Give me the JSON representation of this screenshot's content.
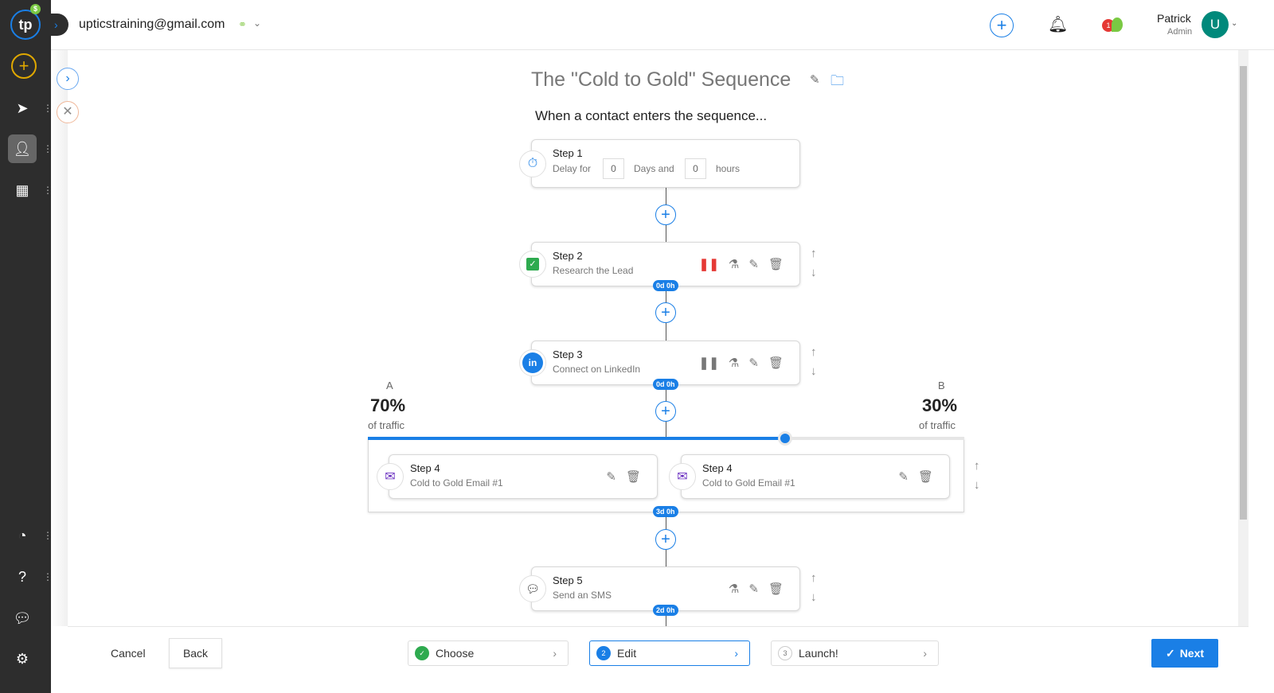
{
  "header": {
    "account_email": "upticstraining@gmail.com",
    "user_name": "Patrick",
    "user_role": "Admin",
    "avatar_initial": "U",
    "notification_count": "1",
    "logo_badge": "$"
  },
  "sequence": {
    "title": "The \"Cold to Gold\" Sequence",
    "intro": "When a contact enters the sequence..."
  },
  "steps": [
    {
      "title": "Step 1",
      "delay_label": "Delay for",
      "days_value": "0",
      "days_label": "Days and",
      "hours_value": "0",
      "hours_label": "hours"
    },
    {
      "title": "Step 2",
      "subtitle": "Research the Lead",
      "badge": "0d 0h"
    },
    {
      "title": "Step 3",
      "subtitle": "Connect on LinkedIn",
      "badge": "0d 0h"
    },
    {
      "title": "Step 4",
      "subtitle": "Cold to Gold Email #1",
      "badge": "3d 0h"
    },
    {
      "title": "Step 5",
      "subtitle": "Send an SMS",
      "badge": "2d 0h"
    }
  ],
  "split": {
    "a_label": "A",
    "a_percent": "70%",
    "b_label": "B",
    "b_percent": "30%",
    "traffic_label": "of traffic",
    "a_fraction": 0.7,
    "variants": [
      {
        "title": "Step 4",
        "subtitle": "Cold to Gold Email #1"
      },
      {
        "title": "Step 4",
        "subtitle": "Cold to Gold Email #1"
      }
    ]
  },
  "footer": {
    "cancel": "Cancel",
    "back": "Back",
    "next": "Next",
    "wizard": [
      {
        "num": "✓",
        "label": "Choose",
        "state": "done"
      },
      {
        "num": "2",
        "label": "Edit",
        "state": "active"
      },
      {
        "num": "3",
        "label": "Launch!",
        "state": "pending"
      }
    ]
  },
  "colors": {
    "accent": "#1a7fe6",
    "sidebar": "#2d2d2d",
    "pause_red": "#e53935",
    "email_purple": "#6a2fc0",
    "check_green": "#2eaa4f",
    "avatar": "#00897b"
  }
}
